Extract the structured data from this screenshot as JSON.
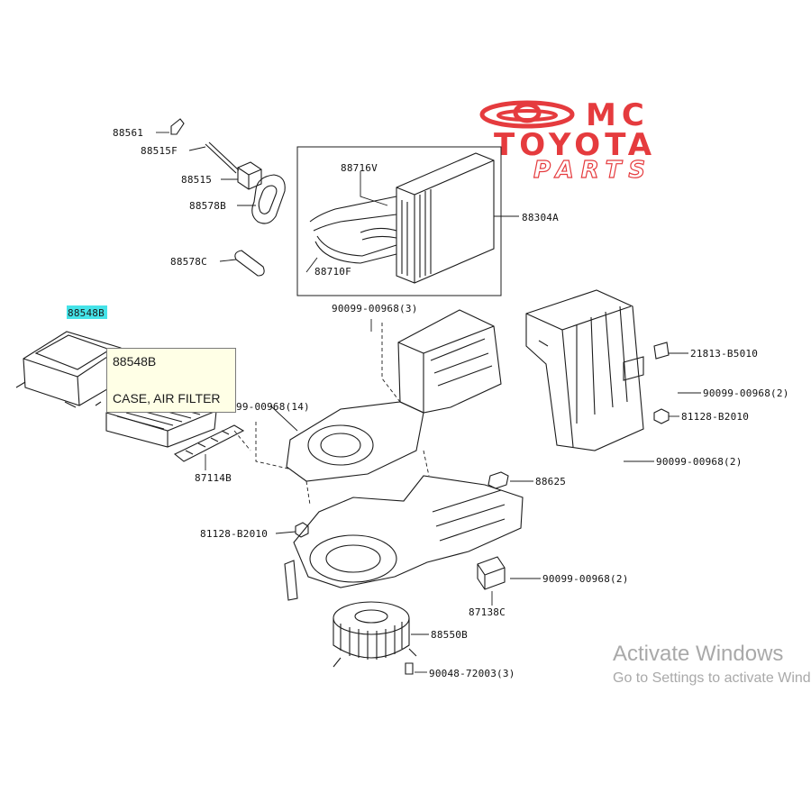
{
  "logo": {
    "line1": "MC",
    "line2": "TOYOTA",
    "line3": "PARTS",
    "color": "#e53b3e"
  },
  "parts": {
    "p88561": "88561",
    "p88515F": "88515F",
    "p88515": "88515",
    "p88578B": "88578B",
    "p88578C": "88578C",
    "p88716V": "88716V",
    "p88710F": "88710F",
    "p88304A": "88304A",
    "p88548B": "88548B",
    "p90099_00968_3": "90099-00968(3)",
    "p90099_00968_14": "99-00968(14)",
    "p87114B": "87114B",
    "p21813_B5010": "21813-B5010",
    "p90099_00968_2a": "90099-00968(2)",
    "p81128_B2010a": "81128-B2010",
    "p90099_00968_2b": "90099-00968(2)",
    "p88625": "88625",
    "p81128_B2010b": "81128-B2010",
    "p90099_00968_2c": "90099-00968(2)",
    "p87138C": "87138C",
    "p88550B": "88550B",
    "p90048_72003_3": "90048-72003(3)"
  },
  "highlight_color": "#45e3e8",
  "tooltip": {
    "code": "88548B",
    "description": "CASE, AIR FILTER"
  },
  "watermark": {
    "line1": "Activate Windows",
    "line2": "Go to Settings to activate Windows."
  }
}
